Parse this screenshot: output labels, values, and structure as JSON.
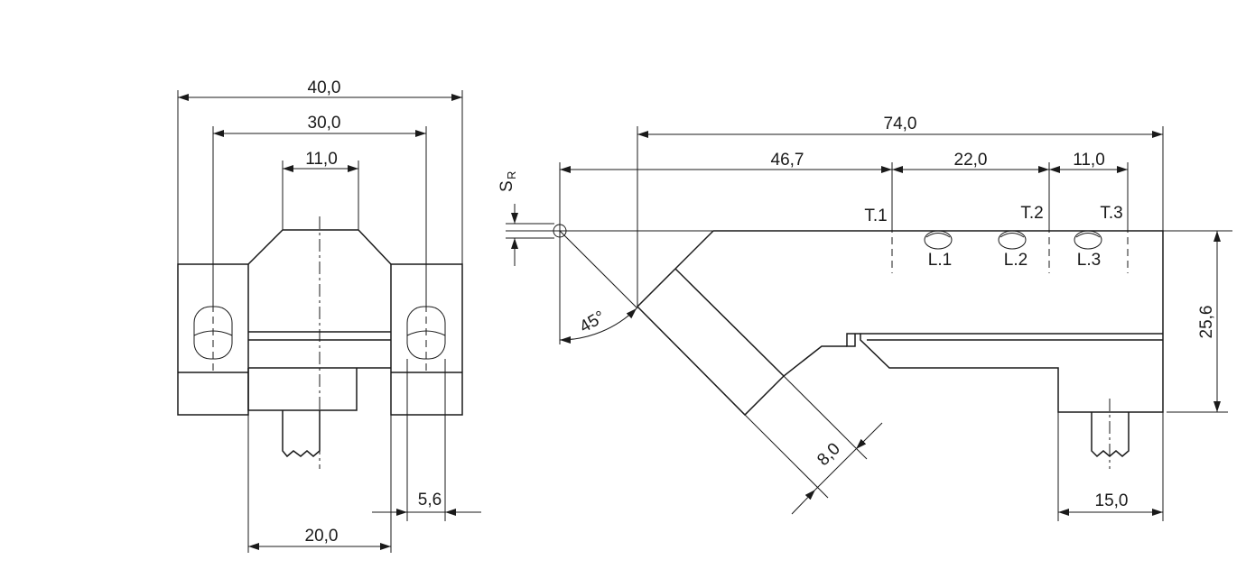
{
  "front_view": {
    "dim_width_total": "40,0",
    "dim_hole_spacing": "30,0",
    "dim_top_width": "11,0",
    "dim_foot_width": "5,6",
    "dim_body_width": "20,0"
  },
  "side_view": {
    "dim_length_total": "74,0",
    "dim_t1": "46,7",
    "dim_t2": "22,0",
    "dim_t3": "11,0",
    "angle": "45°",
    "dim_head_width": "8,0",
    "dim_height": "25,6",
    "dim_foot_length": "15,0",
    "sr_main": "S",
    "sr_sub": "R",
    "tap_labels": [
      "T.1",
      "T.2",
      "T.3"
    ],
    "led_labels": [
      "L.1",
      "L.2",
      "L.3"
    ]
  }
}
